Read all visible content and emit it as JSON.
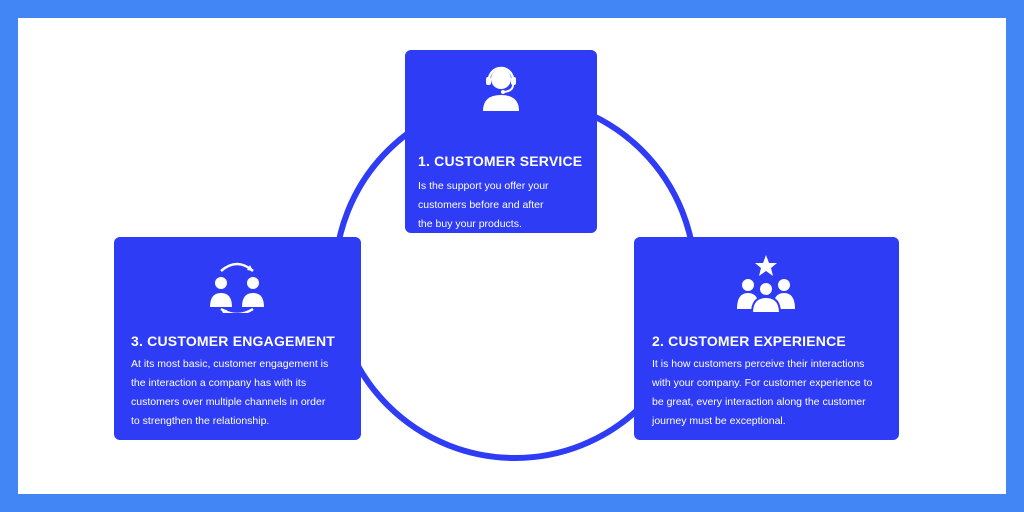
{
  "colors": {
    "outer": "#4285f4",
    "canvas": "#ffffff",
    "accent": "#2e3cf5",
    "text": "#ffffff"
  },
  "cards": {
    "service": {
      "icon": "headset-agent-icon",
      "title": "1. CUSTOMER SERVICE",
      "lines": [
        "Is the support you offer your",
        "customers before and after",
        "the buy your products."
      ]
    },
    "experience": {
      "icon": "group-star-icon",
      "title": "2. CUSTOMER EXPERIENCE",
      "lines": [
        "It is how customers perceive their interactions",
        "with your company. For customer experience to",
        "be great, every interaction along the customer",
        "journey must be exceptional."
      ]
    },
    "engagement": {
      "icon": "people-exchange-icon",
      "title": "3. CUSTOMER ENGAGEMENT",
      "lines": [
        "At its most basic, customer engagement is",
        "the interaction a company has with its",
        "customers over multiple channels in order",
        "to strengthen the relationship."
      ]
    }
  }
}
